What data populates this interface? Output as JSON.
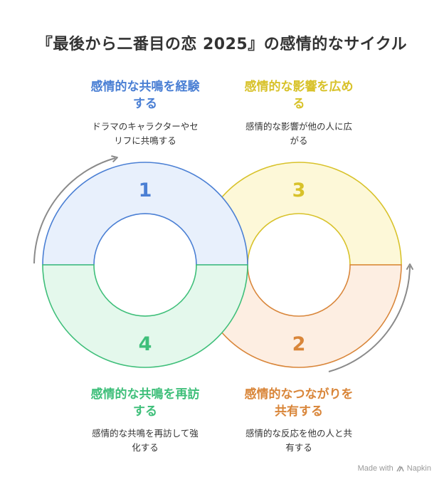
{
  "title": "『最後から二番目の恋 2025』の感情的なサイクル",
  "steps": [
    {
      "number": "1",
      "title_line1": "感情的な共鳴を経験",
      "title_line2": "する",
      "desc_line1": "ドラマのキャラクターやセ",
      "desc_line2": "リフに共鳴する",
      "color": "#4a7fd4",
      "fill": "#e8f0fc"
    },
    {
      "number": "2",
      "title_line1": "感情的なつながりを",
      "title_line2": "共有する",
      "desc_line1": "感情的な反応を他の人と共",
      "desc_line2": "有する",
      "color": "#d9863a",
      "fill": "#fdeee2"
    },
    {
      "number": "3",
      "title_line1": "感情的な影響を広め",
      "title_line2": "る",
      "desc_line1": "感情的な影響が他の人に広",
      "desc_line2": "がる",
      "color": "#d8c22a",
      "fill": "#fdf8d8"
    },
    {
      "number": "4",
      "title_line1": "感情的な共鳴を再訪",
      "title_line2": "する",
      "desc_line1": "感情的な共鳴を再訪して強",
      "desc_line2": "化する",
      "color": "#3fbf7a",
      "fill": "#e4f8ec"
    }
  ],
  "branding": {
    "made_with": "Made with",
    "product": "Napkin"
  },
  "icons": {
    "cycle_arrow_left": "curved-arrow-icon",
    "cycle_arrow_right": "curved-arrow-icon",
    "brand_logo": "napkin-logo-icon"
  }
}
